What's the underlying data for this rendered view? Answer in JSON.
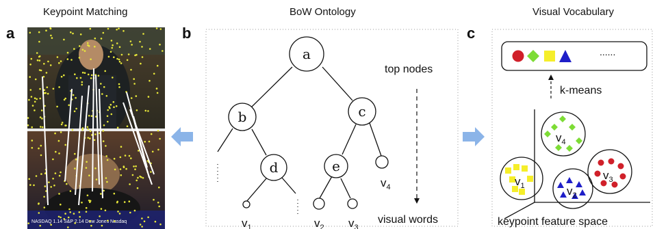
{
  "panels": {
    "a": {
      "letter": "a",
      "title": "Keypoint Matching"
    },
    "b": {
      "letter": "b",
      "title": "BoW Ontology"
    },
    "c": {
      "letter": "c",
      "title": "Visual Vocabulary"
    }
  },
  "photo": {
    "caption": "NASDAQ 1.14  S&P 2.14  Dow Jones  Nasdaq"
  },
  "tree": {
    "nodes": {
      "a": "a",
      "b": "b",
      "c": "c",
      "d": "d",
      "e": "e"
    },
    "leaves": {
      "v1": "v",
      "v2": "v",
      "v3": "v",
      "v4": "v"
    },
    "leaf_subscripts": {
      "v1": "1",
      "v2": "2",
      "v3": "3",
      "v4": "4"
    },
    "top_nodes_label": "top nodes",
    "visual_words_label": "visual words"
  },
  "vocab": {
    "ellipsis": "......",
    "kmeans_label": "k-means",
    "feature_space_label": "keypoint feature space",
    "clusters": {
      "v1": "v",
      "v2": "v",
      "v3": "v",
      "v4": "v"
    },
    "cluster_subscripts": {
      "v1": "1",
      "v2": "2",
      "v3": "3",
      "v4": "4"
    },
    "colors": {
      "red": "#d0202a",
      "green": "#7ddc35",
      "yellow": "#f5ee2a",
      "blue": "#1e1ec8"
    }
  },
  "arrow_color": "#8bb4e8"
}
